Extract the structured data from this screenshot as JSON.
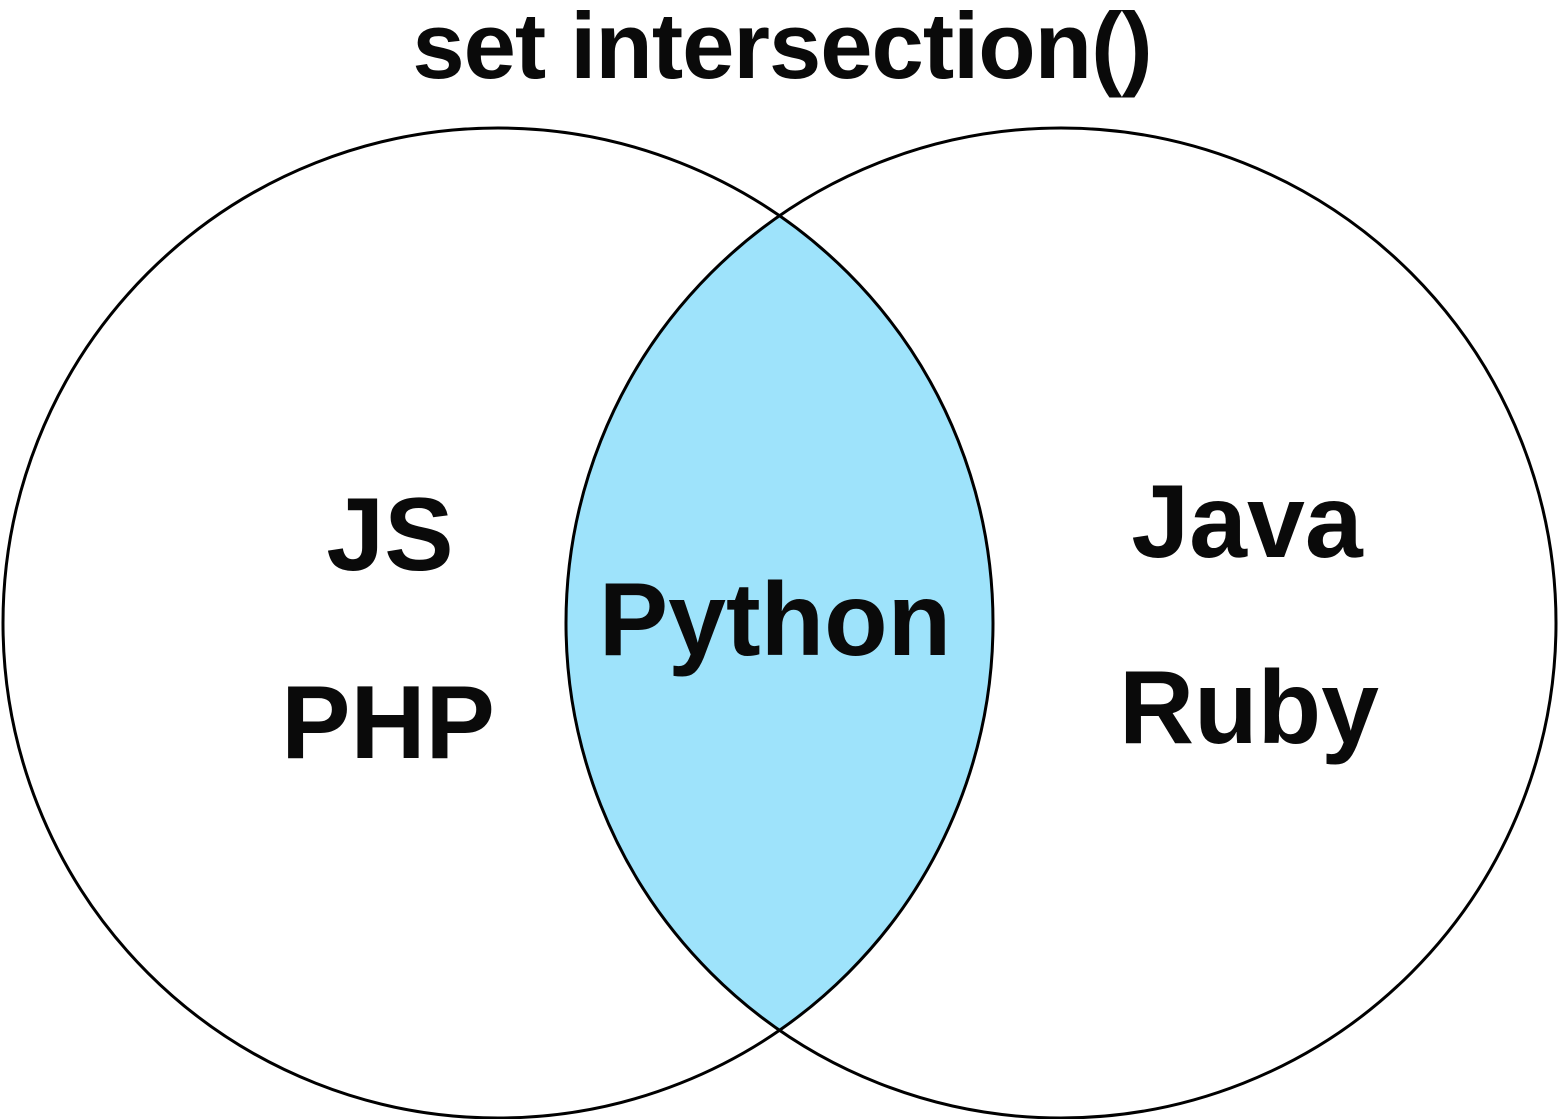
{
  "title": "set intersection()",
  "colors": {
    "background": "#FFFFFF",
    "circle_stroke": "#000000",
    "intersection_fill": "#9EE3FB",
    "label_text": "#0A0A0A"
  },
  "venn": {
    "left_set": {
      "items": [
        "JS",
        "PHP"
      ]
    },
    "intersection": {
      "items": [
        "Python"
      ]
    },
    "right_set": {
      "items": [
        "Java",
        "Ruby"
      ]
    }
  }
}
